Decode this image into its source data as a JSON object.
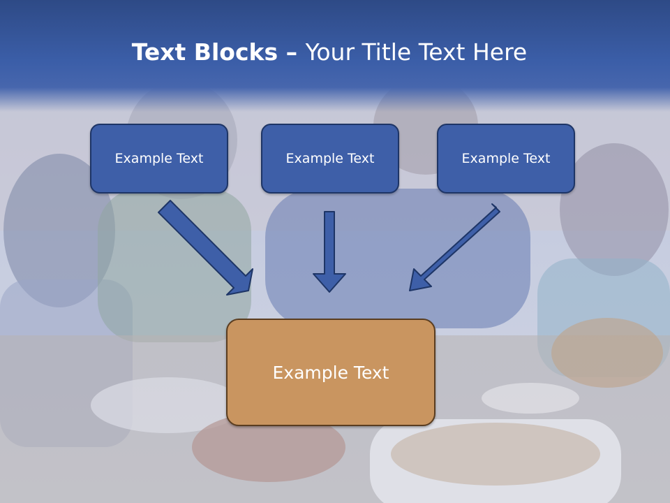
{
  "title": {
    "bold": "Text Blocks",
    "dash": " – ",
    "rest": "Your Title Text Here"
  },
  "boxes": [
    {
      "label": "Example Text"
    },
    {
      "label": "Example Text"
    },
    {
      "label": "Example Text"
    }
  ],
  "main_box": {
    "label": "Example Text"
  },
  "colors": {
    "title_band": "#3b5ea8",
    "box_fill": "#3e5fa8",
    "box_border": "#1e3566",
    "main_fill": "#c99560",
    "main_border": "#5a3d20",
    "arrow_fill": "#3e5fa8"
  }
}
